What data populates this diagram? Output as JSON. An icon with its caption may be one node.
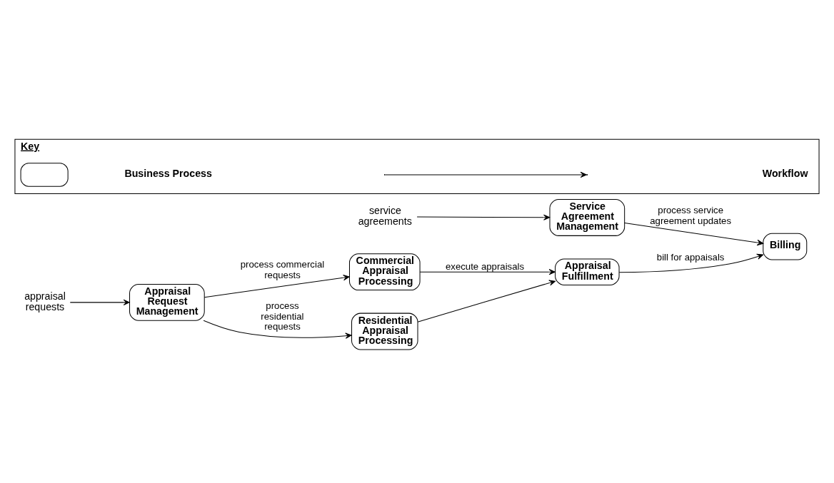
{
  "diagram": {
    "nodes": [
      {
        "text": [
          "service agreements"
        ]
      },
      {
        "text": [
          "Service Agreement Management"
        ]
      },
      {
        "text": [
          "Billing"
        ]
      },
      {
        "text": [
          "Commercial Appraisal Processing"
        ]
      },
      {
        "text": [
          "appraisal requests"
        ]
      },
      {
        "text": [
          "Appraisal Request Management"
        ]
      },
      {
        "text": [
          "Residential Appraisal Processing"
        ]
      },
      {
        "text": [
          "Appraisal Fulfillment"
        ]
      },
      {
        "text": [
          "Key"
        ]
      },
      {
        "text": [],
        "shape": "box",
        "in": 8
      }
    ],
    "edges": [
      {
        "from": 0,
        "to": 1,
        "arrow": "to"
      },
      {
        "from": 1,
        "to": 2,
        "arrow": "to",
        "label": "process service agreement updates"
      },
      {
        "from": 4,
        "to": 5,
        "arrow": "to"
      },
      {
        "from": 5,
        "to": 3,
        "arrow": "to",
        "label": "process commercial requests"
      },
      {
        "from": 5,
        "to": 6,
        "arrow": "to",
        "label": "process residential requests"
      },
      {
        "from": 3,
        "to": 7,
        "arrow": "to",
        "label": "execute appraisals"
      },
      {
        "from": 6,
        "to": 7,
        "arrow": "to"
      },
      {
        "from": 7,
        "to": 2,
        "arrow": "to",
        "label": "bill for appaisals"
      }
    ],
    "legend": [
      {
        "text": "Business Process"
      },
      {
        "text": "Workflow"
      }
    ]
  }
}
